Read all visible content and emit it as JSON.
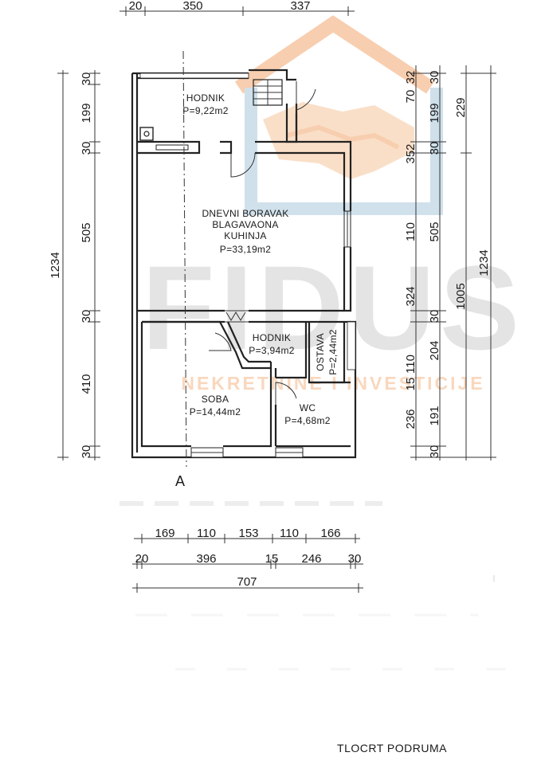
{
  "watermark": {
    "brand": "FIDUS",
    "tagline": "NEKRETNINE I INVESTICIJE",
    "color_text": "#c9c9c9",
    "color_orange": "#f2a76e",
    "color_blue": "#a9c8dc"
  },
  "title": "TLOCRT PODRUMA",
  "section_marker": "A",
  "rooms": [
    {
      "name": "HODNIK",
      "area": "P=9,22m2"
    },
    {
      "name_lines": [
        "DNEVNI BORAVAK",
        "BLAGAVAONA",
        "KUHINJA"
      ],
      "area": "P=33,19m2"
    },
    {
      "name": "HODNIK",
      "area": "P=3,94m2"
    },
    {
      "name": "OSTAVA",
      "area": "P=2,44m2"
    },
    {
      "name": "SOBA",
      "area": "P=14,44m2"
    },
    {
      "name": "WC",
      "area": "P=4,68m2"
    }
  ],
  "dimensions": {
    "top": [
      "20",
      "350",
      "337"
    ],
    "left_detail": [
      "30",
      "199",
      "30",
      "505",
      "30",
      "410",
      "30"
    ],
    "left_total": "1234",
    "right_col1": [
      "70",
      "32",
      "352",
      "110",
      "324",
      "110",
      "15",
      "236"
    ],
    "right_col2": [
      "30",
      "199",
      "30",
      "505",
      "30",
      "204",
      "191",
      "30"
    ],
    "right_col3": [
      "229",
      "1005"
    ],
    "right_total": "1234",
    "bottom_row1": [
      "169",
      "110",
      "153",
      "110",
      "166"
    ],
    "bottom_row2": [
      "20",
      "396",
      "15",
      "246",
      "30"
    ],
    "bottom_total": "707"
  }
}
